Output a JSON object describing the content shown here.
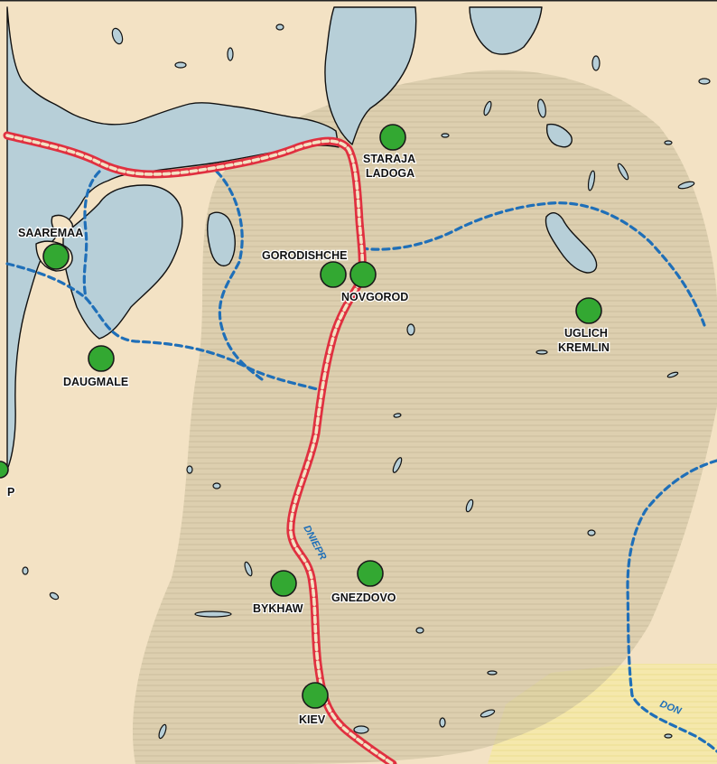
{
  "map": {
    "colors": {
      "land": "#f3e2c4",
      "water": "#b7cfd8",
      "rus_region": "#cbbf9e",
      "steppe": "#f5e9a8",
      "trade_route": "#e03040",
      "river": "#1f6fb8",
      "site": "#33a832"
    },
    "places": [
      {
        "id": "staraja-ladoga",
        "lines": [
          "STARAJA",
          "LADOGA"
        ]
      },
      {
        "id": "saaremaa",
        "lines": [
          "SAAREMAA"
        ]
      },
      {
        "id": "gorodishche",
        "lines": [
          "GORODISHCHE"
        ]
      },
      {
        "id": "novgorod",
        "lines": [
          "NOVGOROD"
        ]
      },
      {
        "id": "uglich-kremlin",
        "lines": [
          "UGLICH",
          "KREMLIN"
        ]
      },
      {
        "id": "daugmale",
        "lines": [
          "DAUGMALE"
        ]
      },
      {
        "id": "p-edge",
        "lines": [
          "P"
        ]
      },
      {
        "id": "bykhaw",
        "lines": [
          "BYKHAW"
        ]
      },
      {
        "id": "gnezdovo",
        "lines": [
          "GNEZDOVO"
        ]
      },
      {
        "id": "kiev",
        "lines": [
          "KIEV"
        ]
      }
    ],
    "rivers": [
      {
        "id": "dniepr",
        "label": "DNIEPR"
      },
      {
        "id": "don",
        "label": "DON"
      }
    ]
  }
}
